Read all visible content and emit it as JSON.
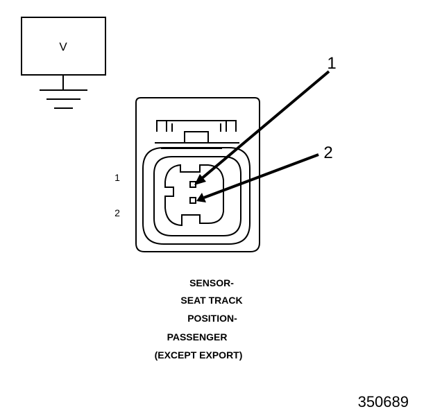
{
  "meter": {
    "label": "V"
  },
  "pins": {
    "pin1": "1",
    "pin2": "2"
  },
  "callouts": {
    "c1": "1",
    "c2": "2"
  },
  "caption": {
    "line1": "SENSOR-",
    "line2": "SEAT TRACK",
    "line3": "POSITION-",
    "line4": "PASSENGER",
    "line5": "(EXCEPT EXPORT)"
  },
  "figure_number": "350689"
}
